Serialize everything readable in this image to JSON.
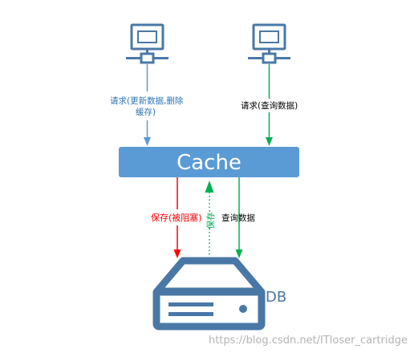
{
  "colors": {
    "icon_blue": "#4a78a6",
    "cache_fill": "#5b9bd5",
    "arrow_light_blue": "#5b9bd5",
    "arrow_green": "#00b050",
    "arrow_red": "#ff0000",
    "text_black": "#000000",
    "watermark_gray": "#b4b4b4"
  },
  "icons": {
    "left_client": "computer-icon",
    "right_client": "computer-icon",
    "database": "database-server-icon"
  },
  "left_request": {
    "label_line1": "请求(更新数据,删除",
    "label_line2": "缓存)"
  },
  "right_request": {
    "label": "请求(查询数据)"
  },
  "cache": {
    "label": "Cache"
  },
  "save_blocked": {
    "label": "保存(被阻塞)"
  },
  "save_back": {
    "label": "保存"
  },
  "query": {
    "label": "查询数据"
  },
  "db": {
    "label": "DB"
  },
  "watermark": {
    "text": "https://blog.csdn.net/ITloser_cartridge"
  }
}
